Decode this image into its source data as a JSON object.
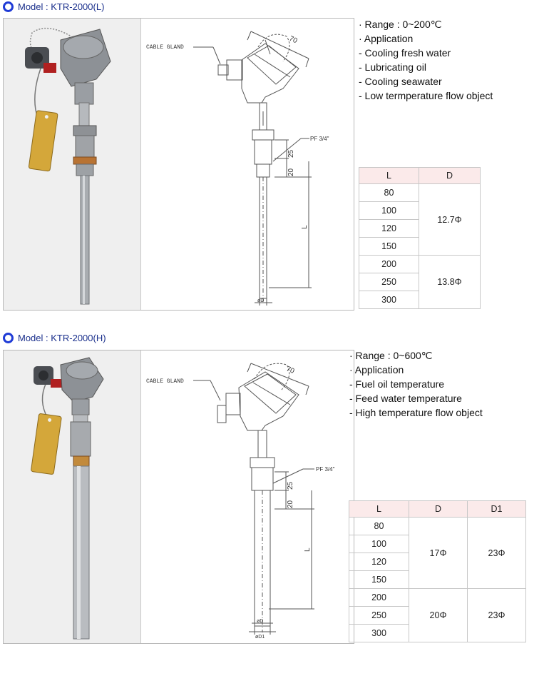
{
  "sections": [
    {
      "model_label": "Model",
      "model_value": "KTR-2000(L)",
      "drawing_labels": {
        "gland": "CABLE GLAND",
        "dim_head": "70",
        "thread": "PF 3/4\"",
        "dim_a": "25",
        "dim_b": "20",
        "dim_l": "L",
        "dim_d": "øD"
      },
      "specs": [
        "· Range : 0~200℃",
        "· Application",
        "- Cooling fresh water",
        "- Lubricating oil",
        "- Cooling seawater",
        "- Low termperature flow object"
      ],
      "table": {
        "headers": [
          "L",
          "D"
        ],
        "lengths": [
          "80",
          "100",
          "120",
          "150",
          "200",
          "250",
          "300"
        ],
        "groups": [
          {
            "d": "12.7Φ"
          },
          {
            "d": "13.8Φ"
          }
        ]
      }
    },
    {
      "model_label": "Model",
      "model_value": "KTR-2000(H)",
      "drawing_labels": {
        "gland": "CABLE GLAND",
        "dim_head": "70",
        "thread": "PF 3/4\"",
        "dim_a": "25",
        "dim_b": "20",
        "dim_l": "L",
        "dim_d": "øD",
        "dim_d1": "øD1"
      },
      "specs": [
        "· Range : 0~600℃",
        "· Application",
        "- Fuel oil temperature",
        "- Feed water temperature",
        "- High temperature flow object"
      ],
      "table": {
        "headers": [
          "L",
          "D",
          "D1"
        ],
        "lengths": [
          "80",
          "100",
          "120",
          "150",
          "200",
          "250",
          "300"
        ],
        "groups": [
          {
            "d": "17Φ",
            "d1": "23Φ"
          },
          {
            "d": "20Φ",
            "d1": "23Φ"
          }
        ]
      }
    }
  ]
}
